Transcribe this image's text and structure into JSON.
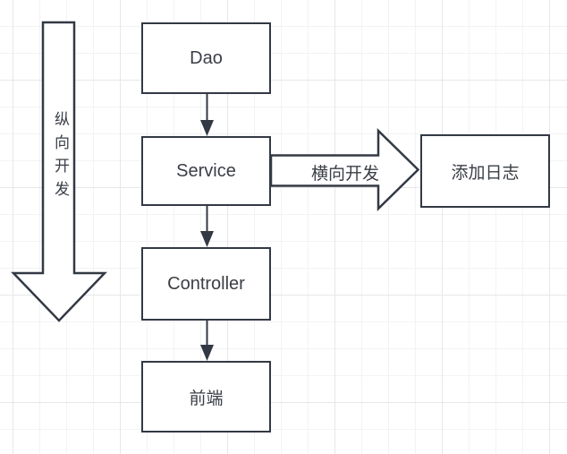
{
  "diagram": {
    "nodes": [
      {
        "id": "dao",
        "label": "Dao"
      },
      {
        "id": "service",
        "label": "Service"
      },
      {
        "id": "controller",
        "label": "Controller"
      },
      {
        "id": "frontend",
        "label": "前端"
      },
      {
        "id": "add-log",
        "label": "添加日志"
      }
    ],
    "arrows": {
      "vertical_label": "纵向开发",
      "horizontal_label": "横向开发"
    },
    "colors": {
      "stroke": "#333944",
      "text": "#3a3e46",
      "shape_fill": "#ffffff",
      "grid_minor": "#f3f3f6",
      "grid_major": "#e7e7eb",
      "background": "#ffffff"
    }
  }
}
